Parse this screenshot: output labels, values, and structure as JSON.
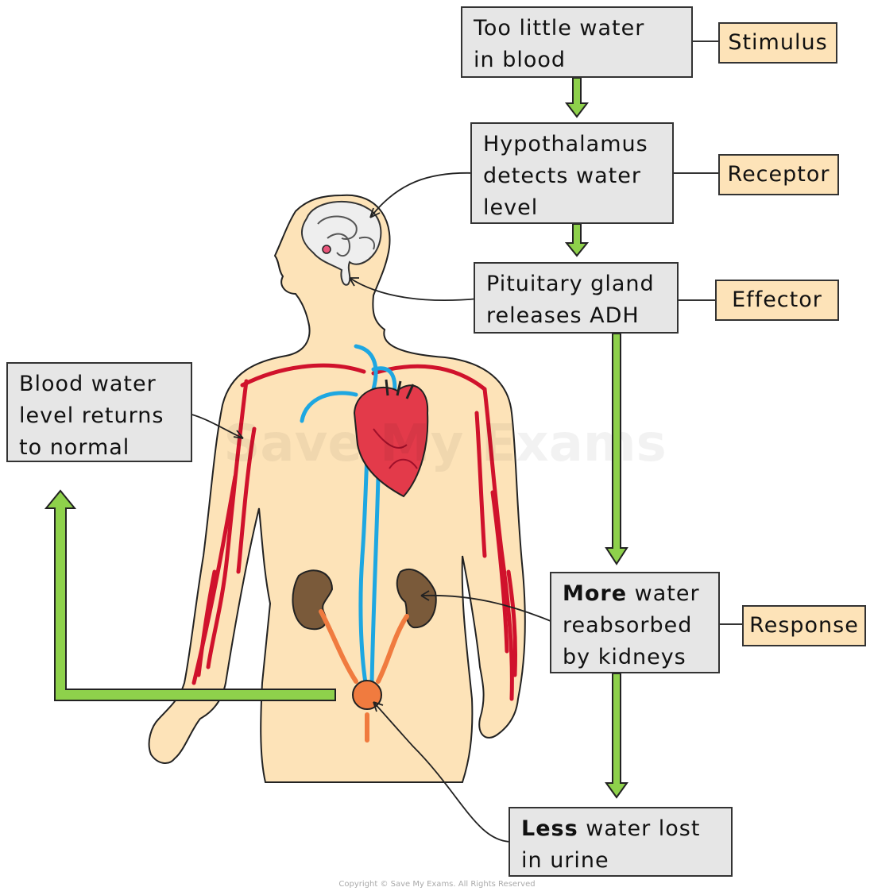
{
  "boxes": {
    "stimulus_box": [
      "Too little water",
      "in blood"
    ],
    "receptor_box": [
      "Hypothalamus",
      "detects water",
      "level"
    ],
    "effector_box": [
      "Pituitary gland",
      "releases ADH"
    ],
    "response_box": {
      "bold": "More",
      "rest": " water",
      "lines": [
        "reabsorbed",
        "by kidneys"
      ]
    },
    "outcome_box": {
      "bold": "Less",
      "rest": " water lost",
      "lines": [
        "in urine"
      ]
    },
    "return_box": [
      "Blood water",
      "level returns",
      "to normal"
    ]
  },
  "labels": {
    "stimulus": "Stimulus",
    "receptor": "Receptor",
    "effector": "Effector",
    "response": "Response"
  },
  "watermark": "Save My Exams",
  "copyright": "Copyright © Save My Exams. All Rights Reserved",
  "colors": {
    "skin": "#fde3b8",
    "artery": "#d0122c",
    "vein": "#1ea7e1",
    "kidney": "#7a5a3a",
    "ureter": "#f07b3f",
    "arrow": "#8ed14b",
    "box_fill": "#e6e6e6",
    "label_fill": "#fde3b8"
  }
}
